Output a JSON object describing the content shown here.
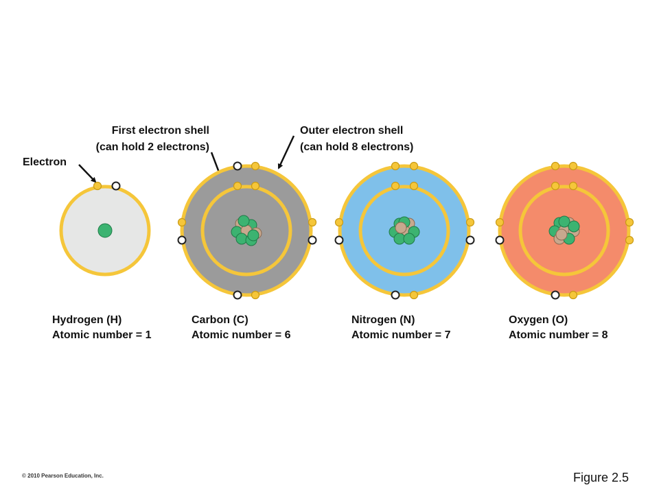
{
  "labels": {
    "first_shell_line1": "First electron shell",
    "first_shell_line2": "(can hold 2 electrons)",
    "outer_shell_line1": "Outer electron shell",
    "outer_shell_line2": "(can hold 8 electrons)",
    "electron": "Electron"
  },
  "atoms": [
    {
      "name": "Hydrogen (H)",
      "atomic_number": "Atomic number = 1",
      "fill": "#e6e7e6",
      "shells": 1,
      "protons": 1,
      "neutrons": 0
    },
    {
      "name": "Carbon (C)",
      "atomic_number": "Atomic number = 6",
      "fill": "#9b9b9b",
      "shells": 2,
      "protons": 6,
      "neutrons": 6
    },
    {
      "name": "Nitrogen (N)",
      "atomic_number": "Atomic number = 7",
      "fill": "#7fc0ea",
      "shells": 2,
      "protons": 7,
      "neutrons": 7
    },
    {
      "name": "Oxygen (O)",
      "atomic_number": "Atomic number = 8",
      "fill": "#f48b6b",
      "shells": 2,
      "protons": 8,
      "neutrons": 8
    }
  ],
  "colors": {
    "shell": "#f5c63a",
    "electron_filled": "#f5c63a",
    "electron_empty": "#ffffff",
    "proton": "#3cb371",
    "neutron": "#c8a88e"
  },
  "footer": {
    "copyright": "© 2010 Pearson Education, Inc.",
    "figure": "Figure 2.5"
  }
}
